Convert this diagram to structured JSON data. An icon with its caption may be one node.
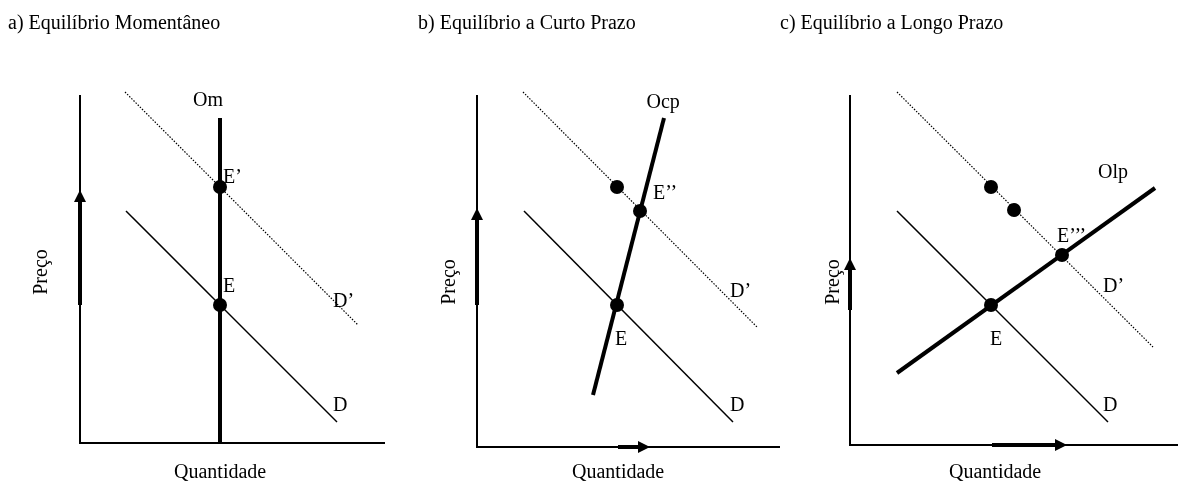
{
  "diagram": {
    "labels": [
      "a) Equilíbrio Momentâneo",
      "b) Equilíbrio a Curto Prazo",
      "c) Equilíbrio a Longo Prazo",
      "Om",
      "E’",
      "Preço",
      "E",
      "D’",
      "D",
      "Quantidade",
      "Ocp",
      "E’’",
      "Preço",
      "D’",
      "E",
      "D",
      "Quantidade",
      "Olp",
      "E’’’",
      "Preço",
      "D’",
      "E",
      "D",
      "Quantidade"
    ]
  }
}
